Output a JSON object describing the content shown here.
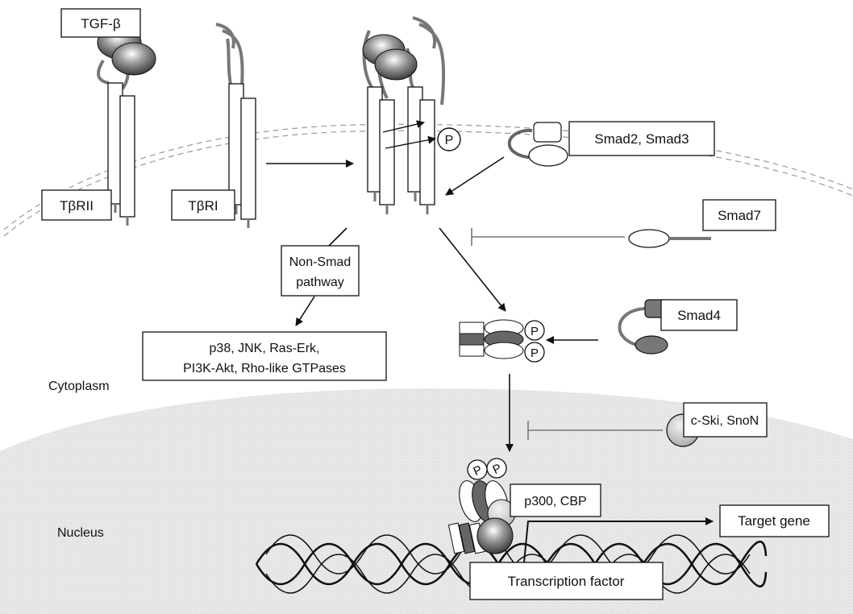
{
  "labels": {
    "ligand": "TGF-β",
    "receptor_type2": "TβRII",
    "receptor_type1": "TβRI",
    "phospho": "P",
    "smad23": "Smad2, Smad3",
    "smad7": "Smad7",
    "non_smad_line1": "Non-Smad",
    "non_smad_line2": "pathway",
    "kinases_line1": "p38, JNK, Ras-Erk,",
    "kinases_line2": "PI3K-Akt, Rho-like GTPases",
    "smad4": "Smad4",
    "cytoplasm": "Cytoplasm",
    "nucleus": "Nucleus",
    "ski_snon": "c-Ski, SnoN",
    "coactivator": "p300, CBP",
    "target_gene": "Target gene",
    "transcription_factor": "Transcription factor"
  },
  "colors": {
    "ink": "#111111",
    "receptor_grey": "#777777",
    "ligand_dark": "#555555",
    "smad_dark": "#6e6e6e",
    "ski_grey": "#bdbdbd",
    "nucleus_fill": "#e6e6e6",
    "membrane_dash": "#9a9a9a"
  }
}
